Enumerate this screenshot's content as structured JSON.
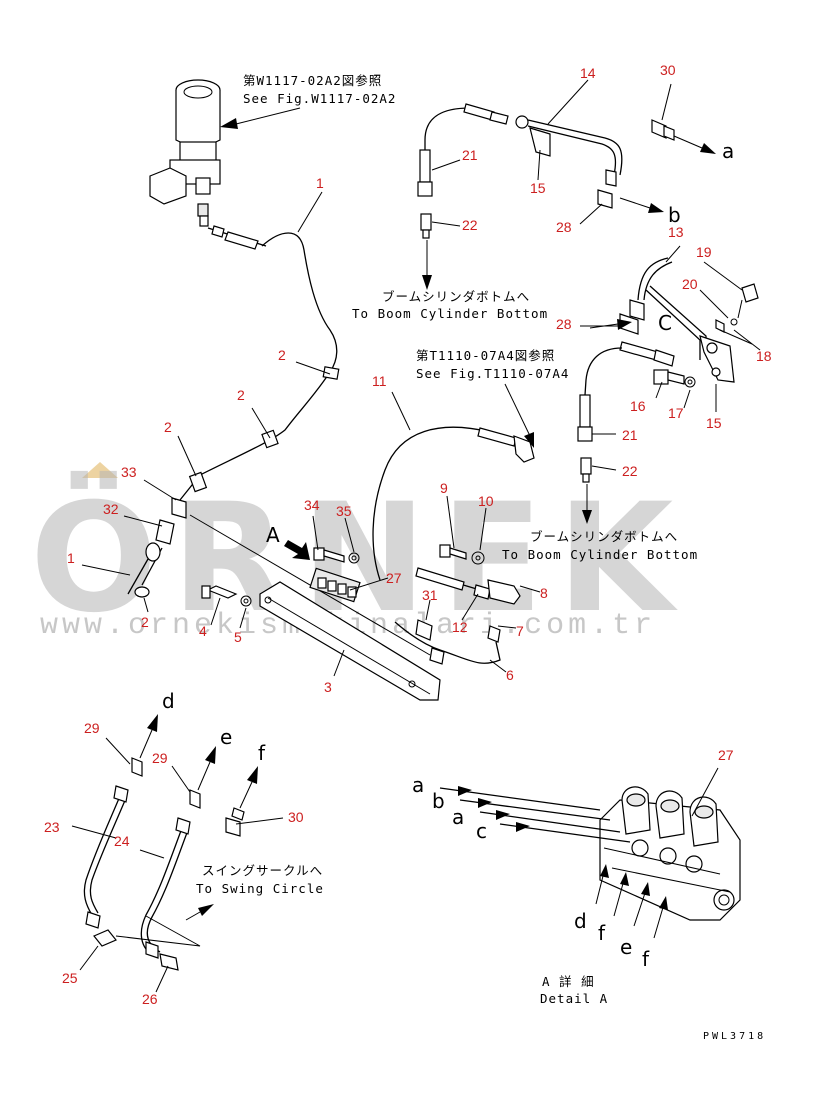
{
  "parts": {
    "p1a": "1",
    "p1b": "1",
    "p2a": "2",
    "p2b": "2",
    "p2c": "2",
    "p2d": "2",
    "p3": "3",
    "p4": "4",
    "p5": "5",
    "p6": "6",
    "p7": "7",
    "p8": "8",
    "p9": "9",
    "p10": "10",
    "p11": "11",
    "p12": "12",
    "p13": "13",
    "p14": "14",
    "p15a": "15",
    "p15b": "15",
    "p16": "16",
    "p17": "17",
    "p18": "18",
    "p19": "19",
    "p20": "20",
    "p21a": "21",
    "p21b": "21",
    "p22a": "22",
    "p22b": "22",
    "p23": "23",
    "p24": "24",
    "p25": "25",
    "p26": "26",
    "p27a": "27",
    "p27b": "27",
    "p28a": "28",
    "p28b": "28",
    "p29a": "29",
    "p29b": "29",
    "p30a": "30",
    "p30b": "30",
    "p31": "31",
    "p32": "32",
    "p33": "33",
    "p34": "34",
    "p35": "35"
  },
  "letters": {
    "a1": "a",
    "b1": "b",
    "c1": "C",
    "d1": "d",
    "e1": "e",
    "f1": "f",
    "A": "A",
    "a2": "a",
    "b2": "b",
    "a3": "a",
    "c2": "c",
    "d2": "d",
    "f2": "f",
    "e2": "e",
    "f3": "f"
  },
  "notes": {
    "ref1_jp": "第W1117-02A2図参照",
    "ref1_en": "See Fig.W1117-02A2",
    "boom1_jp": "ブームシリンダボトムへ",
    "boom1_en": "To Boom Cylinder Bottom",
    "ref2_jp": "第T1110-07A4図参照",
    "ref2_en": "See Fig.T1110-07A4",
    "boom2_jp": "ブームシリンダボトムへ",
    "boom2_en": "To Boom Cylinder Bottom",
    "swing_jp": "スイングサークルへ",
    "swing_en": "To Swing Circle",
    "detail_jp": "A 詳 細",
    "detail_en": "Detail A",
    "code": "PWL3718"
  },
  "watermark": {
    "brand": "ÖRNEK",
    "url": "www.ornekismakinalari.com.tr",
    "color": "#b4b4b4"
  },
  "colors": {
    "part_number": "#cc1f1f",
    "line": "#000000"
  }
}
